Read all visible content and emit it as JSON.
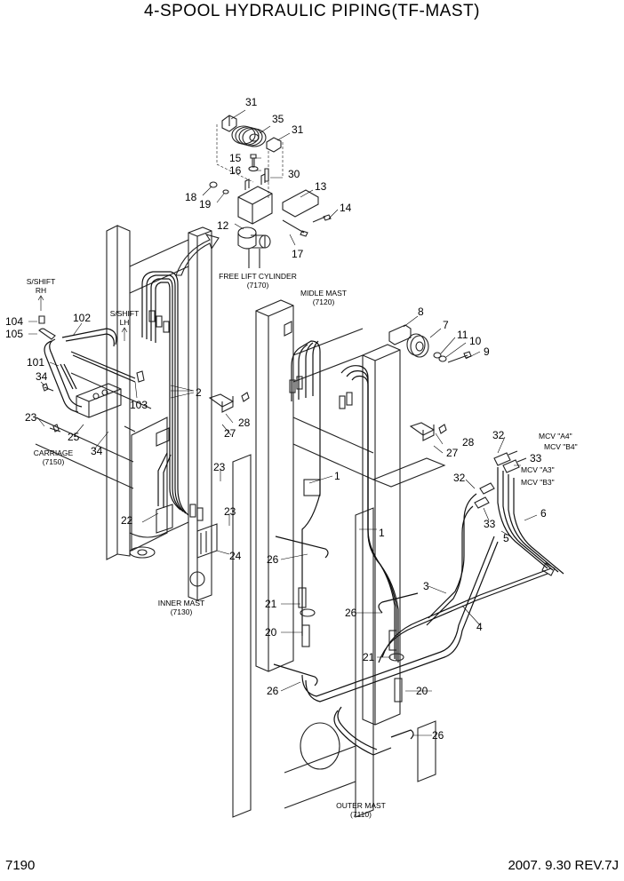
{
  "page": {
    "title": "4-SPOOL HYDRAULIC PIPING(TF-MAST)",
    "page_number": "7190",
    "date_revision": "2007. 9.30  REV.7J"
  },
  "labels": {
    "free_lift_cylinder": [
      "FREE LIFT CYLINDER",
      "(7170)"
    ],
    "midle_mast": [
      "MIDLE MAST",
      "(7120)"
    ],
    "carriage": [
      "CARRIAGE",
      "(7150)"
    ],
    "inner_mast": [
      "INNER MAST",
      "(7130)"
    ],
    "outer_mast": [
      "OUTER MAST",
      "(7110)"
    ],
    "sshift_rh": [
      "S/SHIFT",
      "RH"
    ],
    "sshift_lh": [
      "S/SHIFT",
      "LH"
    ],
    "mcv_a4": "MCV \"A4\"",
    "mcv_b4": "MCV \"B4\"",
    "mcv_a3": "MCV \"A3\"",
    "mcv_b3": "MCV \"B3\""
  },
  "part_numbers": {
    "p31a": "31",
    "p35": "35",
    "p31b": "31",
    "p15": "15",
    "p16": "16",
    "p30": "30",
    "p13": "13",
    "p18": "18",
    "p19": "19",
    "p14": "14",
    "p12": "12",
    "p17": "17",
    "p8": "8",
    "p7": "7",
    "p11": "11",
    "p10": "10",
    "p9": "9",
    "p104": "104",
    "p105": "105",
    "p102": "102",
    "p101": "101",
    "p103": "103",
    "p34a": "34",
    "p23a": "23",
    "p25": "25",
    "p34b": "34",
    "p2": "2",
    "p28a": "28",
    "p27a": "27",
    "p23b": "23",
    "p22": "22",
    "p23c": "23",
    "p24": "24",
    "p1a": "1",
    "p1b": "1",
    "p28b": "28",
    "p27b": "27",
    "p32a": "32",
    "p32b": "32",
    "p33a": "33",
    "p33b": "33",
    "p6": "6",
    "p5": "5",
    "p3": "3",
    "p4": "4",
    "p26a": "26",
    "p21a": "21",
    "p26b": "26",
    "p20a": "20",
    "p21b": "21",
    "p26c": "26",
    "p20b": "20",
    "p26d": "26"
  }
}
